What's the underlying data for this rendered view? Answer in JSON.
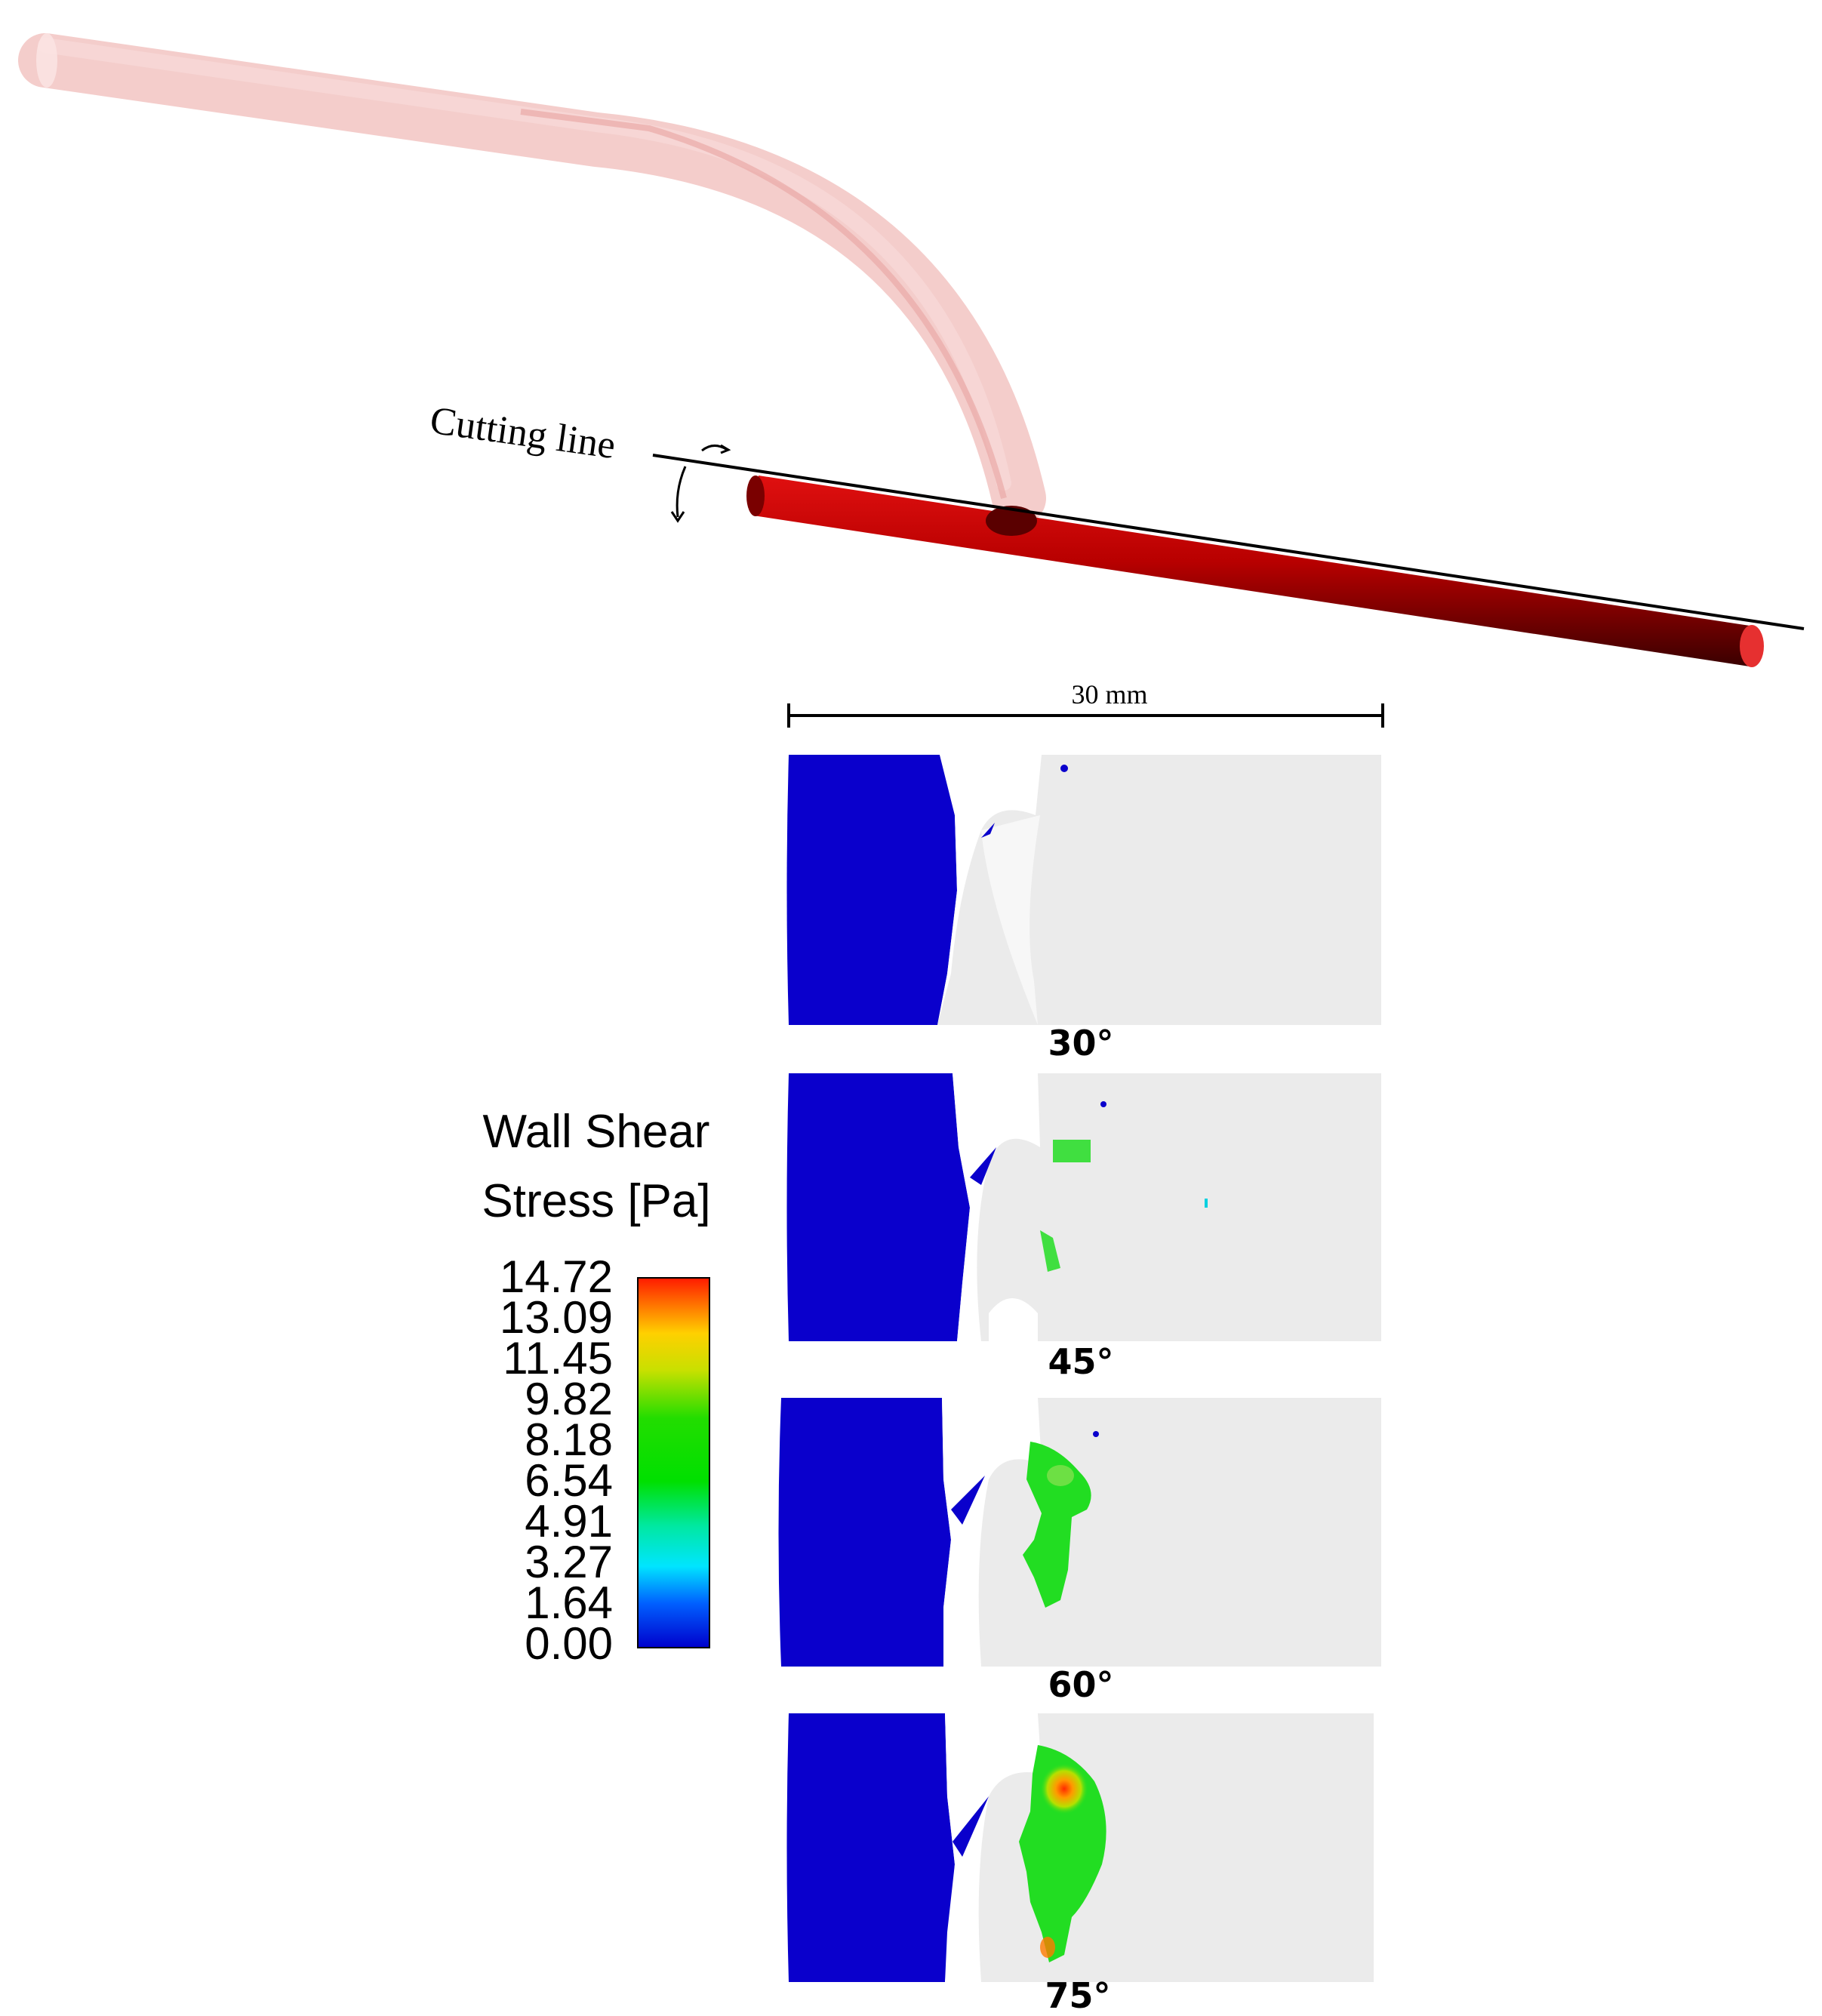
{
  "annotation": {
    "cutting_line_label": "Cutting line"
  },
  "scale_bar": {
    "label": "30 mm"
  },
  "legend": {
    "title_line1": "Wall Shear",
    "title_line2": "Stress [Pa]",
    "ticks": [
      "14.72",
      "13.09",
      "11.45",
      "9.82",
      "8.18",
      "6.54",
      "4.91",
      "3.27",
      "1.64",
      "0.00"
    ]
  },
  "panels": [
    {
      "angle_label": "30°"
    },
    {
      "angle_label": "45°"
    },
    {
      "angle_label": "60°"
    },
    {
      "angle_label": "75°"
    }
  ],
  "colors": {
    "graft_tube": "#f2c4c2",
    "vessel_tube": "#b30000",
    "low_stress": "#0a00cc",
    "mid_stress": "#22dd22",
    "high_stress": "#ff2a00",
    "wall_background": "#ebebeb"
  }
}
